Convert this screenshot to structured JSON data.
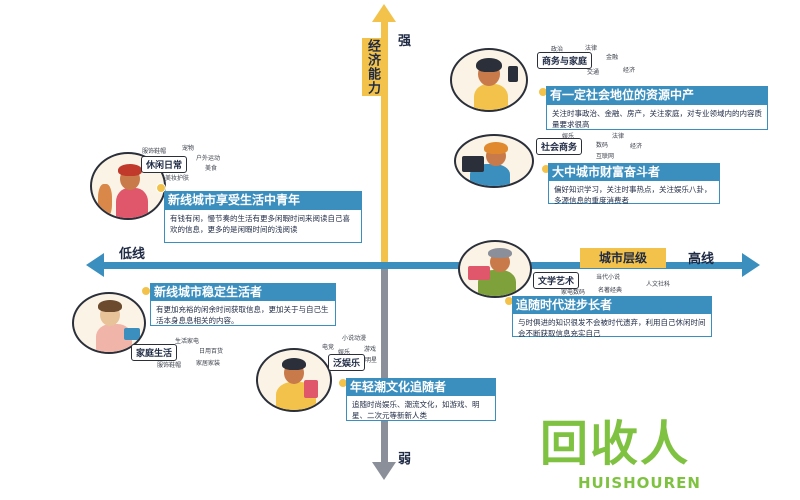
{
  "axes": {
    "vertical_title": "经济能力",
    "top_label": "强",
    "bottom_label": "弱",
    "horizontal_title": "城市层级",
    "left_label": "低线",
    "right_label": "高线"
  },
  "quadrants": {
    "q1": {
      "tag": "商务与家庭",
      "keywords": [
        "政治",
        "法律",
        "金融",
        "交通",
        "经济"
      ],
      "heading": "有一定社会地位的资源中产",
      "description": "关注时事政治、金融、房产，关注家庭，对专业领域内的内容质量要求很高"
    },
    "q2": {
      "tag": "社会商务",
      "keywords": [
        "娱乐",
        "法律",
        "数码",
        "经济",
        "互联网"
      ],
      "heading": "大中城市财富奋斗者",
      "description": "偏好知识学习，关注时事热点，关注娱乐八卦，多源信息的重度消费者"
    },
    "q3": {
      "tag": "休闲日常",
      "keywords": [
        "服饰鞋帽",
        "宠物",
        "户外运动",
        "美食",
        "美妆护肤"
      ],
      "heading": "新线城市享受生活中青年",
      "description": "有钱有闲，慢节奏的生活有更多闲暇时间来阅读自己喜欢的信息，更多的是闲暇时间的浅阅读"
    },
    "q4": {
      "tag": "文学艺术",
      "keywords": [
        "当代小说",
        "家电数码",
        "名著经典",
        "人文社科"
      ],
      "heading": "追随时代进步长者",
      "description": "与时俱进的知识很发不会被时代遗弃，利用自己休闲时间会不断获取信息充实自己"
    },
    "q5": {
      "tag": "家庭生活",
      "keywords": [
        "生活家电",
        "日用百货",
        "服饰鞋帽",
        "家居家装"
      ],
      "heading": "新线城市稳定生活者",
      "description": "有更加充裕的闲余时间获取信息，更加关于与自己生活本身息息相关的内容。"
    },
    "q6": {
      "tag": "泛娱乐",
      "keywords": [
        "小说动漫",
        "电竞",
        "娱乐",
        "游戏",
        "明星"
      ],
      "heading": "年轻潮文化追随者",
      "description": "追随时尚娱乐、潮流文化，如游戏、明星、二次元等新新人类"
    }
  },
  "watermark": {
    "main": "回收人",
    "sub": "HUISHOUREN"
  },
  "colors": {
    "accent_yellow": "#f2c24b",
    "accent_blue": "#3b8fbf",
    "axis_gray": "#8a8f99",
    "watermark_green": "#7fc241"
  }
}
